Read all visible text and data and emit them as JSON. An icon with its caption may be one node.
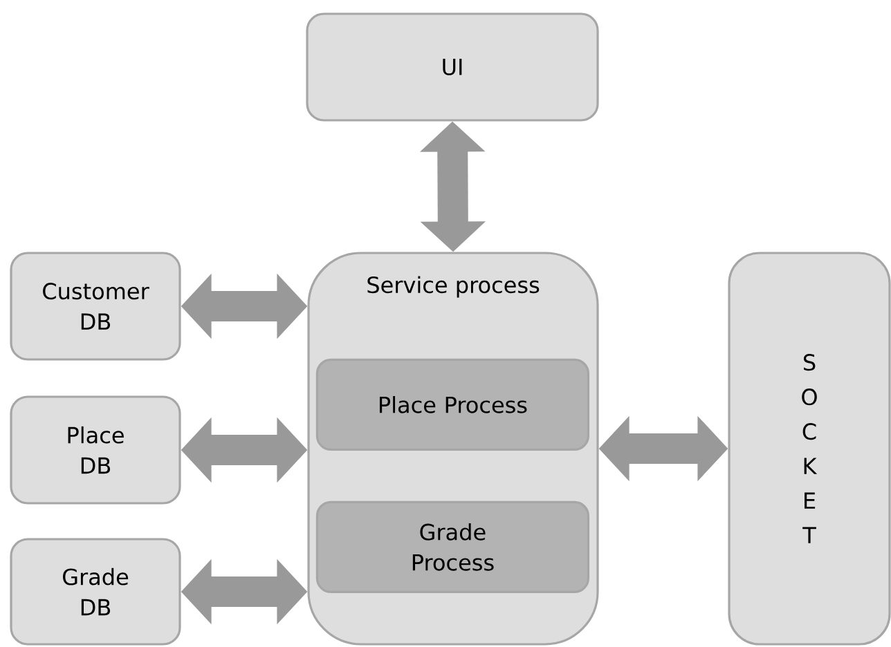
{
  "diagram": {
    "nodes": [
      {
        "text": [
          "UI"
        ]
      },
      {
        "text": [
          "Customer DB"
        ]
      },
      {
        "text": [
          "Place DB"
        ]
      },
      {
        "text": [
          "Grade DB"
        ]
      },
      {
        "text": [
          "Service process"
        ]
      },
      {
        "text": [
          "Place Process"
        ],
        "in": 4
      },
      {
        "text": [
          "Grade Process"
        ],
        "in": 4
      },
      {
        "text": [
          "S O C K E T"
        ]
      }
    ],
    "edges": [
      {
        "from": 0,
        "to": 4,
        "arrow": "both"
      },
      {
        "from": 1,
        "to": 4,
        "arrow": "both"
      },
      {
        "from": 2,
        "to": 4,
        "arrow": "both"
      },
      {
        "from": 3,
        "to": 4,
        "arrow": "both"
      },
      {
        "from": 4,
        "to": 7,
        "arrow": "both"
      }
    ]
  }
}
